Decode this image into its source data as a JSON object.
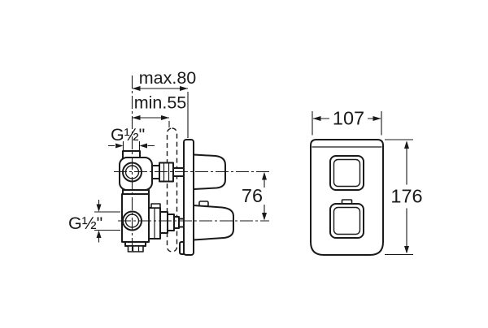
{
  "colors": {
    "line": "#1a1a1a",
    "background": "#ffffff"
  },
  "side_view": {
    "dim_max_depth": "max.80",
    "dim_min_depth": "min.55",
    "thread_label_top": "G½\"",
    "thread_label_bottom": "G½\"",
    "dim_handle_spacing": "76"
  },
  "front_view": {
    "dim_plate_width": "107",
    "dim_plate_height": "176"
  }
}
